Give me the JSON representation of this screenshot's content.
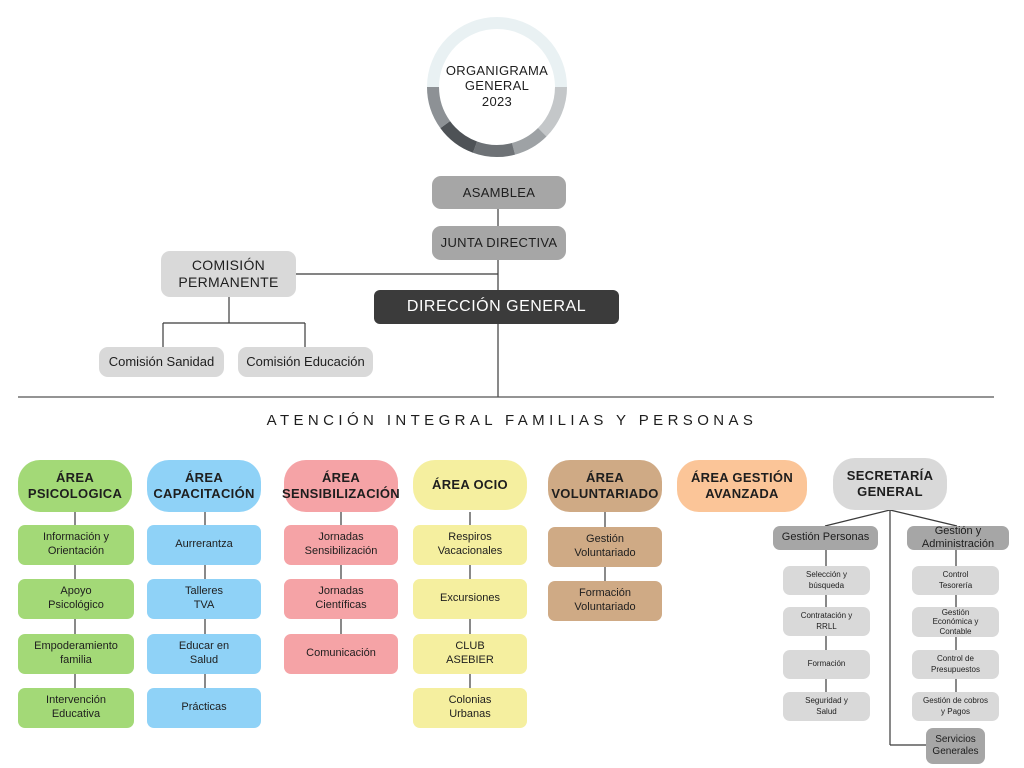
{
  "title": "ORGANIGRAMA\nGENERAL\n2023",
  "colors": {
    "psico": "#a3d977",
    "capac": "#8fd2f7",
    "sensib": "#f5a3a6",
    "ocio": "#f5ef9f",
    "volunt": "#cfaa85",
    "gestion": "#fbc598",
    "secretaria": "#d9d9d9",
    "dark": "#3b3b3b",
    "grey": "#a6a6a6"
  },
  "top": {
    "asamblea": "ASAMBLEA",
    "junta": "JUNTA DIRECTIVA",
    "comision": "COMISIÓN\nPERMANENTE",
    "direccion": "DIRECCIÓN GENERAL",
    "sanidad": "Comisión Sanidad",
    "educacion": "Comisión Educación"
  },
  "section_heading": "ATENCIÓN INTEGRAL FAMILIAS Y PERSONAS",
  "areas": {
    "psicologica": {
      "title": "ÁREA\nPSICOLOGICA",
      "items": [
        "Información y\nOrientación",
        "Apoyo\nPsicológico",
        "Empoderamiento\nfamilia",
        "Intervención\nEducativa"
      ]
    },
    "capacitacion": {
      "title": "ÁREA\nCAPACITACIÓN",
      "items": [
        "Aurrerantza",
        "Talleres\nTVA",
        "Educar en\nSalud",
        "Prácticas"
      ]
    },
    "sensibilizacion": {
      "title": "ÁREA\nSENSIBILIZACIÓN",
      "items": [
        "Jornadas\nSensibilización",
        "Jornadas\nCientíficas",
        "Comunicación"
      ]
    },
    "ocio": {
      "title": "ÁREA OCIO",
      "items": [
        "Respiros\nVacacionales",
        "Excursiones",
        "CLUB\nASEBIER",
        "Colonias\nUrbanas"
      ]
    },
    "voluntariado": {
      "title": "ÁREA\nVOLUNTARIADO",
      "items": [
        "Gestión\nVoluntariado",
        "Formación\nVoluntariado"
      ]
    },
    "gestion_avanzada": {
      "title": "ÁREA GESTIÓN\nAVANZADA"
    },
    "secretaria": {
      "title": "SECRETARÍA\nGENERAL",
      "personas": {
        "title": "Gestión Personas",
        "items": [
          "Selección y\nbúsqueda",
          "Contratación y\nRRLL",
          "Formación",
          "Seguridad y\nSalud"
        ]
      },
      "administracion": {
        "title": "Gestión y\nAdministración",
        "items": [
          "Control\nTesorería",
          "Gestión\nEconómica y\nContable",
          "Control de\nPresupuestos",
          "Gestión de cobros\ny Pagos"
        ]
      },
      "servicios": "Servicios\nGenerales"
    }
  }
}
